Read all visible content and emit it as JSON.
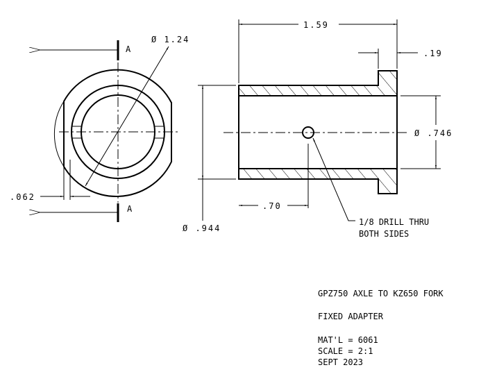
{
  "drawing": {
    "end_view": {
      "section_label_top": "A",
      "section_label_bottom": "A",
      "dim_outer_diameter": "Ø 1.24",
      "dim_flat": ".062"
    },
    "side_view": {
      "dim_length": "1.59",
      "dim_flange": ".19",
      "dim_bore": "Ø .746",
      "dim_outer": "Ø .944",
      "dim_hole_position": ".70",
      "note_line1": "1/8 DRILL THRU",
      "note_line2": "BOTH SIDES"
    },
    "title_block": {
      "title": "GPZ750 AXLE TO KZ650 FORK",
      "subtitle": "FIXED ADAPTER",
      "material": "MAT'L = 6061",
      "scale": "SCALE = 2:1",
      "date": "SEPT 2023"
    }
  }
}
